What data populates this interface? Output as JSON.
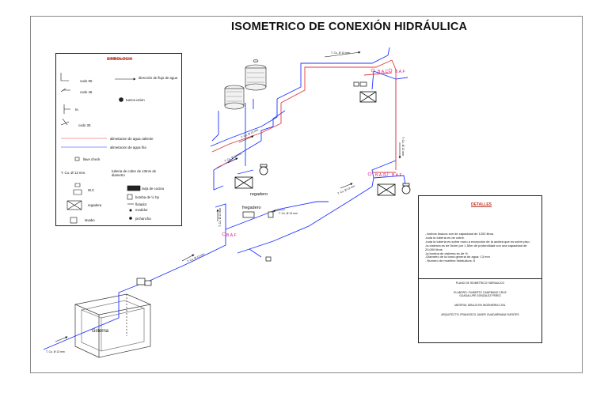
{
  "title": "ISOMETRICO DE CONEXIÓN   HIDRÁULICA",
  "symbology": {
    "heading": "SIMBOLOGIA",
    "items": [
      {
        "label": "codo 90.",
        "icon": "elbow-90-icon"
      },
      {
        "label": "dirección de flujo de agua",
        "icon": "flow-arrow-icon"
      },
      {
        "label": "codo 45.",
        "icon": "elbow-45-icon"
      },
      {
        "label": "tuerca union",
        "icon": "union-nut-icon"
      },
      {
        "label": "te.",
        "icon": "tee-icon"
      },
      {
        "label": "codo 30.",
        "icon": "elbow-30-icon"
      },
      {
        "label": "alimetacion de agua caliente",
        "icon": "hot-water-line-icon"
      },
      {
        "label": "alimetacion de agua fria",
        "icon": "cold-water-line-icon"
      },
      {
        "label": "llave check",
        "icon": "check-valve-icon"
      },
      {
        "label": "T.    Cu. Ø 13 mm.",
        "icon": "pipe-spec-icon"
      },
      {
        "label": "tuberia de cobre de 13mm de diametro",
        "icon": ""
      },
      {
        "label": "W.C",
        "icon": "wc-icon"
      },
      {
        "label": "tarja de cocina",
        "icon": "kitchen-sink-icon"
      },
      {
        "label": "bomba de ½ hp",
        "icon": "pump-icon"
      },
      {
        "label": "regadera",
        "icon": "shower-icon"
      },
      {
        "label": "flotador",
        "icon": "float-icon"
      },
      {
        "label": "medidor",
        "icon": "meter-icon"
      },
      {
        "label": "lavabo",
        "icon": "washbasin-icon"
      },
      {
        "label": "pichancha",
        "icon": "foot-valve-icon"
      }
    ]
  },
  "details": {
    "heading": "DETALLES",
    "lines": [
      "- Ambos tinacos son de capacidad de 1200 litros.",
      "-toda la tubería es de cobre.",
      "-toda la tubería es sobre muro a excepción de la azotea que es sobre piso.",
      "-la cisterna es de 5x4m por 1.50m de profundidad con una capacidad de 20,000 litros",
      "-la bomba de cisterna es de ½",
      "-Diámetro de la toma general de agua: 13 mm",
      "- Numero de muebles hidráulicos: 5"
    ],
    "credits": [
      "PLANO DE ISOMETRICO HIDRAULICO",
      "ELABORO: FILIBERTO CAMPBANO CRUZ GUADALUPE GONZALEZ PEREZ",
      "MATERIA: DIBUJO EN INGENIERIA CIVIL",
      "ARQUITECTO: FRANCISCO JAVIER GUADARRAMA FUENTES"
    ]
  },
  "labels": {
    "baf_1": "B.A.F",
    "baf_2": "B.A.F",
    "baf_3": "B.A.F",
    "bac_1": "B.A.C",
    "bac_2": "B.A.C",
    "regadero": "regadero",
    "fregadero": "fregadero",
    "cisterna": "cisterna",
    "pipe_tag": "T. Cu. Ø 13 mm"
  },
  "colors": {
    "cold_water": "#1f33ff",
    "hot_water": "#e23b3b",
    "annotation": "#c0392b",
    "baf_label": "#d81b8c"
  }
}
